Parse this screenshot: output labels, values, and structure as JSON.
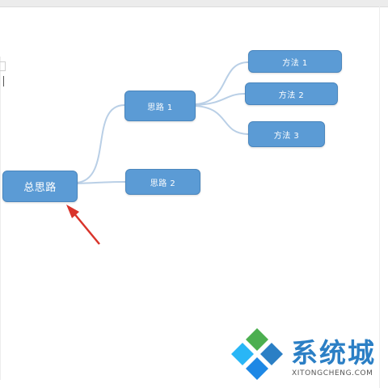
{
  "diagram": {
    "root": {
      "label": "总思路"
    },
    "branches": [
      {
        "label": "思路 1",
        "children": [
          {
            "label": "方法 1"
          },
          {
            "label": "方法 2"
          },
          {
            "label": "方法 3"
          }
        ]
      },
      {
        "label": "思路 2",
        "children": []
      }
    ],
    "colors": {
      "node_fill": "#5b9bd5",
      "node_border": "#4a86bd",
      "node_text": "#ffffff",
      "connector": "#b9cfe6",
      "arrow": "#d9342b"
    }
  },
  "watermark": {
    "brand_text": "系统城",
    "site_text": "XITONGCHENG.COM",
    "logo_colors": [
      "#2b7fc5",
      "#4caf50",
      "#29b6f6",
      "#1e88e5"
    ]
  }
}
